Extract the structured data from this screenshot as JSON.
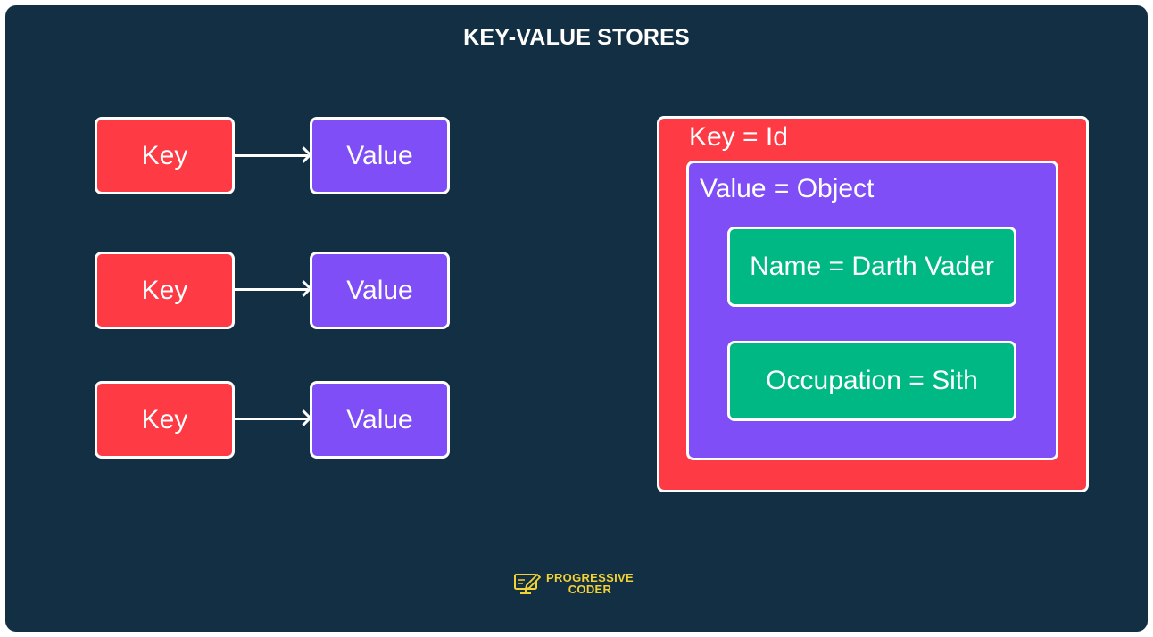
{
  "title": "KEY-VALUE STORES",
  "pairs": [
    {
      "key": "Key",
      "value": "Value"
    },
    {
      "key": "Key",
      "value": "Value"
    },
    {
      "key": "Key",
      "value": "Value"
    }
  ],
  "nested": {
    "outer_label": "Key = Id",
    "inner_label": "Value = Object",
    "fields": [
      "Name = Darth Vader",
      "Occupation = Sith"
    ]
  },
  "logo": {
    "line1": "PROGRESSIVE",
    "line2": "CODER",
    "icon": "monitor-pencil-icon"
  },
  "colors": {
    "background": "#132f43",
    "key": "#fe3a45",
    "value": "#7f4ef6",
    "field": "#00b883",
    "logo": "#f3d233"
  }
}
